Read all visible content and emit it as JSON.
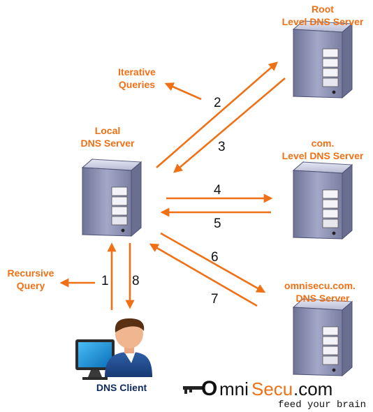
{
  "nodes": {
    "root": {
      "line1": "Root",
      "line2": "Level DNS Server"
    },
    "com": {
      "line1": "com.",
      "line2": "Level DNS Server"
    },
    "omnisecu": {
      "line1": "omnisecu.com.",
      "line2": "DNS Server"
    },
    "local": {
      "line1": "Local",
      "line2": "DNS Server"
    },
    "client": {
      "label": "DNS Client"
    }
  },
  "annotations": {
    "iterative": {
      "line1": "Iterative",
      "line2": "Queries"
    },
    "recursive": {
      "line1": "Recursive",
      "line2": "Query"
    }
  },
  "steps": [
    "1",
    "2",
    "3",
    "4",
    "5",
    "6",
    "7",
    "8"
  ],
  "logo": {
    "o": "O",
    "mni": "mni",
    "secu": "Secu",
    "com": ".com",
    "tagline": "feed your brain"
  },
  "colors": {
    "accent": "#f07016",
    "dark_label": "#0d2a5c",
    "server_body": "#8f93b4",
    "monitor": "#1e9ee0"
  }
}
